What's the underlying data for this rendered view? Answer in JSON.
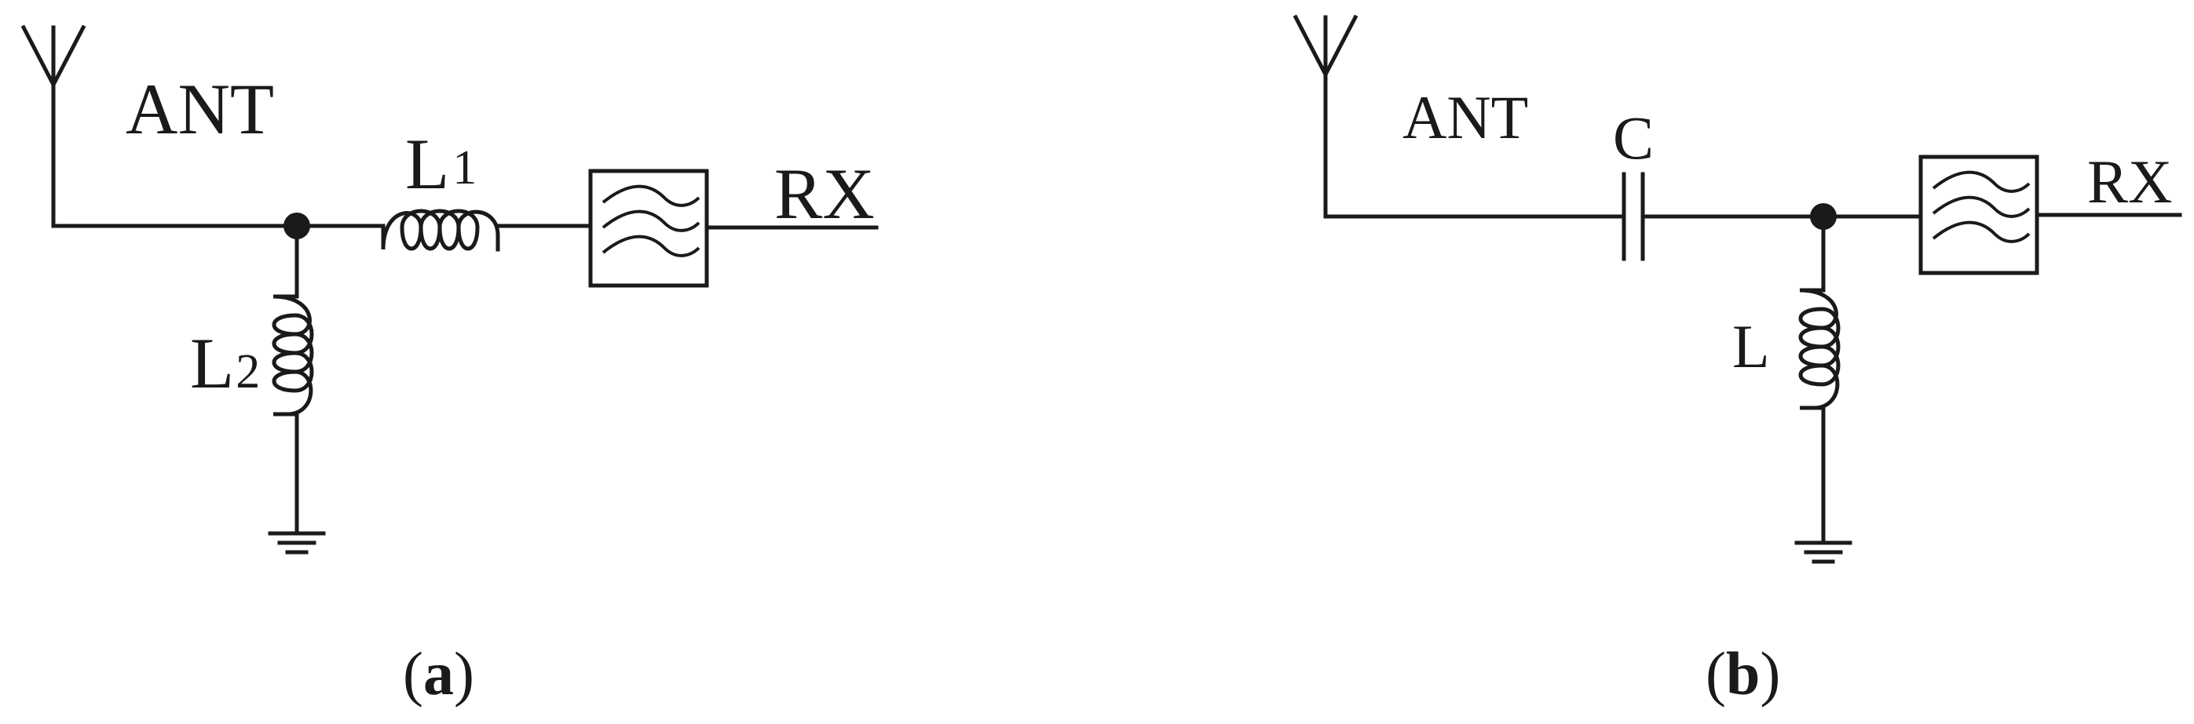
{
  "circuit_a": {
    "antenna_label": "ANT",
    "series_inductor": {
      "letter": "L",
      "subscript": "1"
    },
    "shunt_inductor": {
      "letter": "L",
      "subscript": "2"
    },
    "output_label": "RX",
    "caption": {
      "open": "(",
      "letter": "a",
      "close": ")"
    }
  },
  "circuit_b": {
    "antenna_label": "ANT",
    "series_capacitor": {
      "letter": "C"
    },
    "shunt_inductor": {
      "letter": "L"
    },
    "output_label": "RX",
    "caption": {
      "open": "(",
      "letter": "b",
      "close": ")"
    }
  },
  "colors": {
    "ink": "#1a1a1a",
    "background": "#ffffff"
  }
}
